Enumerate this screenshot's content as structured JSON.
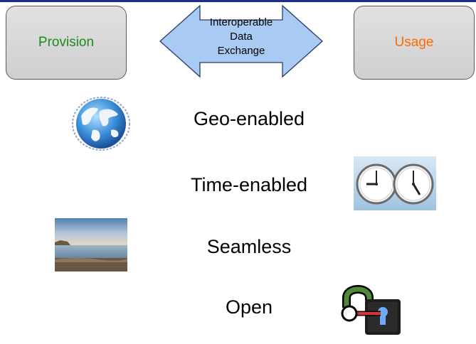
{
  "header": {
    "left_box": {
      "label": "Provision",
      "color": "#1a8c1a"
    },
    "right_box": {
      "label": "Usage",
      "color": "#ff6a00"
    },
    "exchange_arrow": {
      "line1": "Interoperable",
      "line2": "Data",
      "line3": "Exchange",
      "fill": "#a9cbf3"
    }
  },
  "features": [
    {
      "label": "Geo-enabled",
      "icon": "globe-icon"
    },
    {
      "label": "Time-enabled",
      "icon": "clocks-icon"
    },
    {
      "label": "Seamless",
      "icon": "seascape-photo"
    },
    {
      "label": "Open",
      "icon": "open-padlock-icon"
    }
  ]
}
